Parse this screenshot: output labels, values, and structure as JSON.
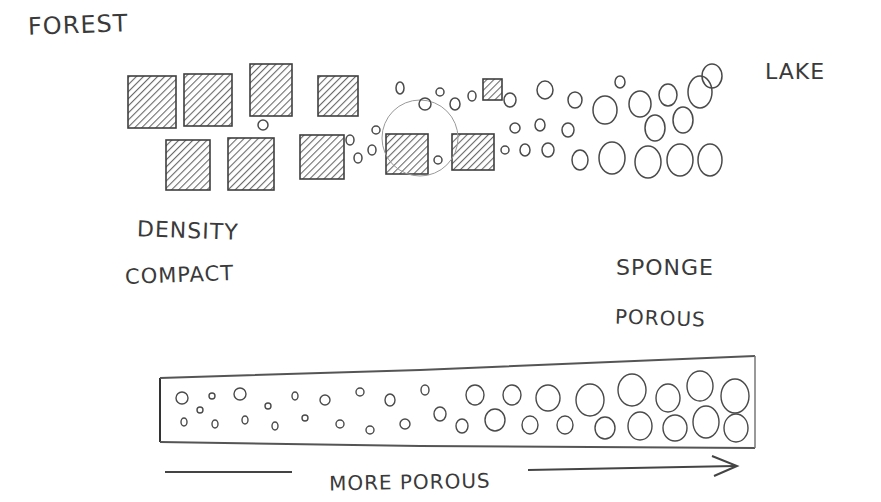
{
  "diagram": {
    "labels": [
      "FOREST",
      "LAKE",
      "DENSITY",
      "COMPACT",
      "SPONGE",
      "POROUS",
      "MORE POROUS"
    ]
  }
}
